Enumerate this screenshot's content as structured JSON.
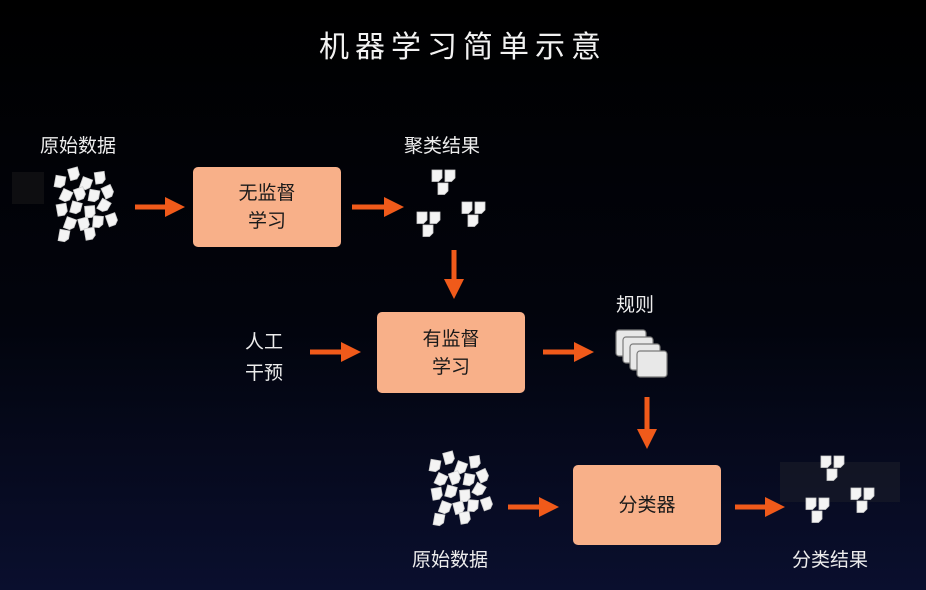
{
  "title": "机器学习简单示意",
  "labels": {
    "raw_data_top": "原始数据",
    "cluster_result": "聚类结果",
    "rules": "规则",
    "human_line1": "人工",
    "human_line2": "干预",
    "raw_data_bottom": "原始数据",
    "classify_result": "分类结果"
  },
  "boxes": {
    "unsupervised_line1": "无监督",
    "unsupervised_line2": "学习",
    "supervised_line1": "有监督",
    "supervised_line2": "学习",
    "classifier": "分类器"
  },
  "colors": {
    "background": "#000000",
    "box_fill": "#f8b089",
    "arrow": "#f05a1a",
    "text": "#ffffff"
  },
  "icons": [
    "data-points-icon",
    "cluster-points-icon",
    "rules-stack-icon"
  ]
}
